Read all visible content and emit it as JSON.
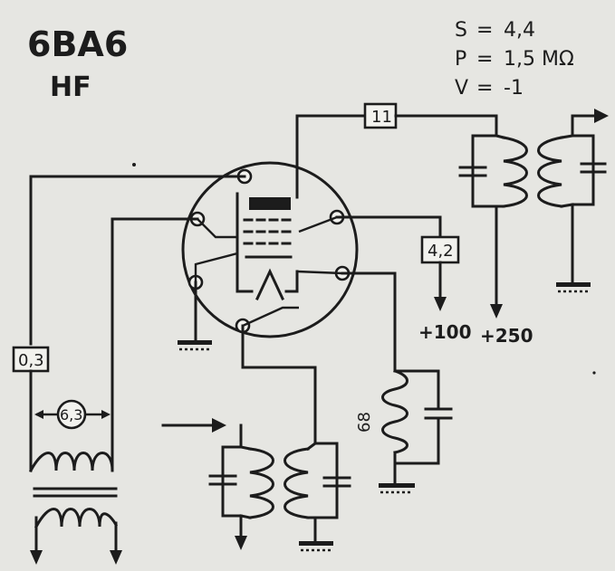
{
  "header": {
    "tube": "6BA6",
    "band": "HF"
  },
  "specs": [
    {
      "sym": "S",
      "sep": "=",
      "val": "4,4"
    },
    {
      "sym": "P",
      "sep": "=",
      "val": "1,5 MΩ"
    },
    {
      "sym": "V",
      "sep": "=",
      "val": "-1"
    }
  ],
  "pins": {
    "plate": "11",
    "screen": "4,2",
    "heater_current": "0,3",
    "heater_voltage": "6,3"
  },
  "supplies": {
    "screen": "+100",
    "plate": "+250"
  },
  "cathode_resistor": "68"
}
